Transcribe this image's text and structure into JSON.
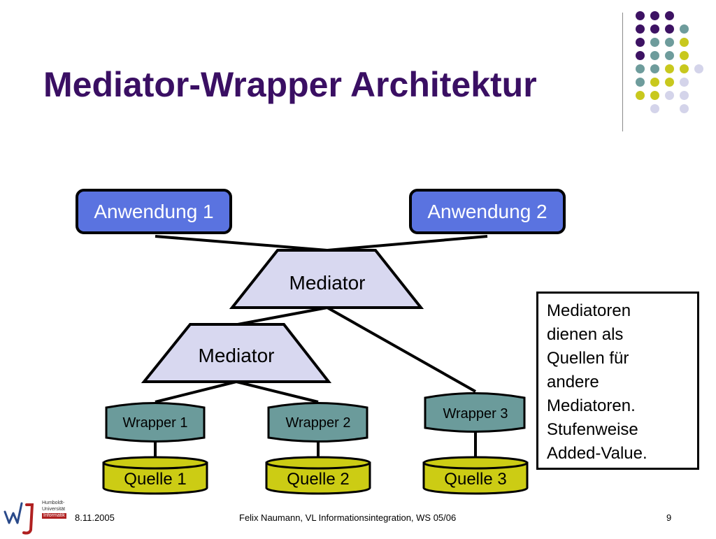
{
  "slide": {
    "title": "Mediator-Wrapper Architektur",
    "footer_date": "8.11.2005",
    "footer_center": "Felix Naumann, VL Informationsintegration, WS 05/06",
    "page_number": "9"
  },
  "diagram": {
    "applications": [
      "Anwendung 1",
      "Anwendung 2"
    ],
    "mediators": [
      "Mediator",
      "Mediator"
    ],
    "wrappers": [
      "Wrapper 1",
      "Wrapper 2",
      "Wrapper 3"
    ],
    "sources": [
      "Quelle 1",
      "Quelle 2",
      "Quelle 3"
    ]
  },
  "note": {
    "lines": [
      "Mediatoren",
      "dienen als",
      "Quellen für",
      "andere",
      "Mediatoren.",
      "Stufenweise",
      "Added-Value."
    ]
  },
  "logo": {
    "line1": "Humboldt-",
    "line2": "Universität",
    "line3": "Informatik"
  },
  "colors": {
    "title": "#3a0f63",
    "application_fill": "#5a73e0",
    "mediator_fill": "#d8d8f0",
    "wrapper_fill": "#6b9b9b",
    "source_fill": "#cccc14",
    "dot_purple": "#3d1263",
    "dot_teal": "#6e9c9c",
    "dot_yellow": "#c8c81e",
    "dot_lavender": "#d4d4ea"
  }
}
